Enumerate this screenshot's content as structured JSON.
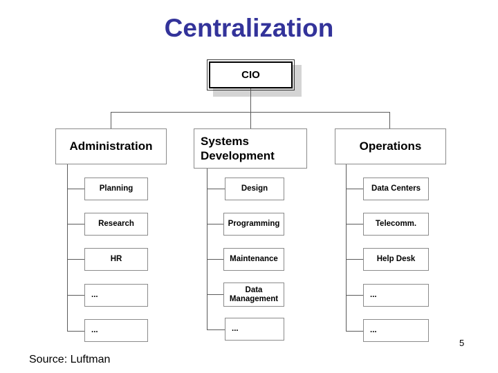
{
  "slide": {
    "title": "Centralization",
    "source_note": "Source: Luftman",
    "page_number": "5",
    "title_color": "#33339a",
    "box_border_color": "#8a8a8a",
    "line_color": "#5a5a5a",
    "shadow_color": "#d4d4d4"
  },
  "org_chart": {
    "root": {
      "label": "CIO"
    },
    "branches": [
      {
        "label": "Administration",
        "align": "center",
        "children": [
          {
            "label": "Planning",
            "align": "center"
          },
          {
            "label": "Research",
            "align": "center"
          },
          {
            "label": "HR",
            "align": "center"
          },
          {
            "label": "...",
            "align": "left"
          },
          {
            "label": "...",
            "align": "left"
          }
        ]
      },
      {
        "label": "Systems Development",
        "label_line1": "Systems",
        "label_line2": "Development",
        "align": "left",
        "children": [
          {
            "label": "Design",
            "align": "center"
          },
          {
            "label": "Programming",
            "align": "center"
          },
          {
            "label": "Maintenance",
            "align": "center"
          },
          {
            "label": "Data Management",
            "line1": "Data",
            "line2": "Management",
            "align": "center"
          },
          {
            "label": "...",
            "align": "left"
          }
        ]
      },
      {
        "label": "Operations",
        "align": "center",
        "children": [
          {
            "label": "Data Centers",
            "align": "center"
          },
          {
            "label": "Telecomm.",
            "align": "center"
          },
          {
            "label": "Help Desk",
            "align": "center"
          },
          {
            "label": "...",
            "align": "left"
          },
          {
            "label": "...",
            "align": "left"
          }
        ]
      }
    ]
  }
}
